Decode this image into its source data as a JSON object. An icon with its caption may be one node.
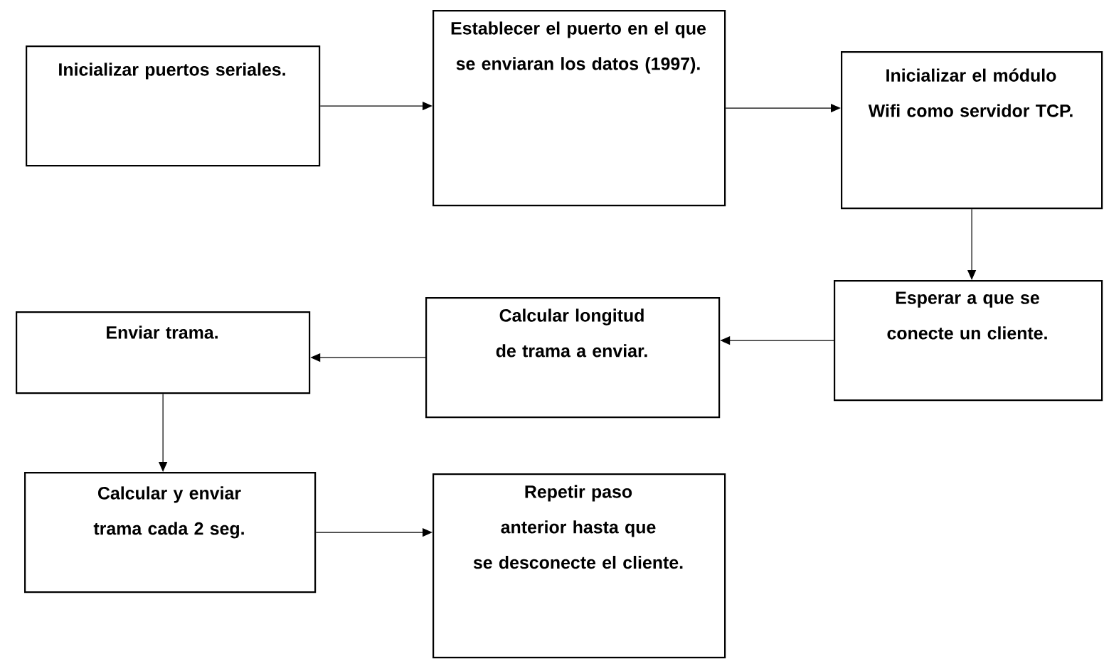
{
  "diagram": {
    "nodes": [
      {
        "text": [
          "Inicializar puertos seriales."
        ]
      },
      {
        "text": [
          "Establecer el puerto en el que se enviaran los datos (1997)."
        ]
      },
      {
        "text": [
          "Inicializar el módulo Wifi como servidor TCP."
        ]
      },
      {
        "text": [
          "Esperar a que se conecte un cliente."
        ]
      },
      {
        "text": [
          "Calcular longitud de trama a enviar."
        ]
      },
      {
        "text": [
          "Enviar trama."
        ]
      },
      {
        "text": [
          "Calcular y enviar trama cada 2 seg."
        ]
      },
      {
        "text": [
          "Repetir paso anterior hasta que se desconecte el cliente."
        ]
      }
    ],
    "edges": [
      {
        "from": 0,
        "to": 1,
        "arrow": "to"
      },
      {
        "from": 1,
        "to": 2,
        "arrow": "to"
      },
      {
        "from": 2,
        "to": 3,
        "arrow": "to"
      },
      {
        "from": 3,
        "to": 4,
        "arrow": "to"
      },
      {
        "from": 4,
        "to": 5,
        "arrow": "to"
      },
      {
        "from": 5,
        "to": 6,
        "arrow": "to"
      },
      {
        "from": 6,
        "to": 7,
        "arrow": "to"
      }
    ]
  }
}
